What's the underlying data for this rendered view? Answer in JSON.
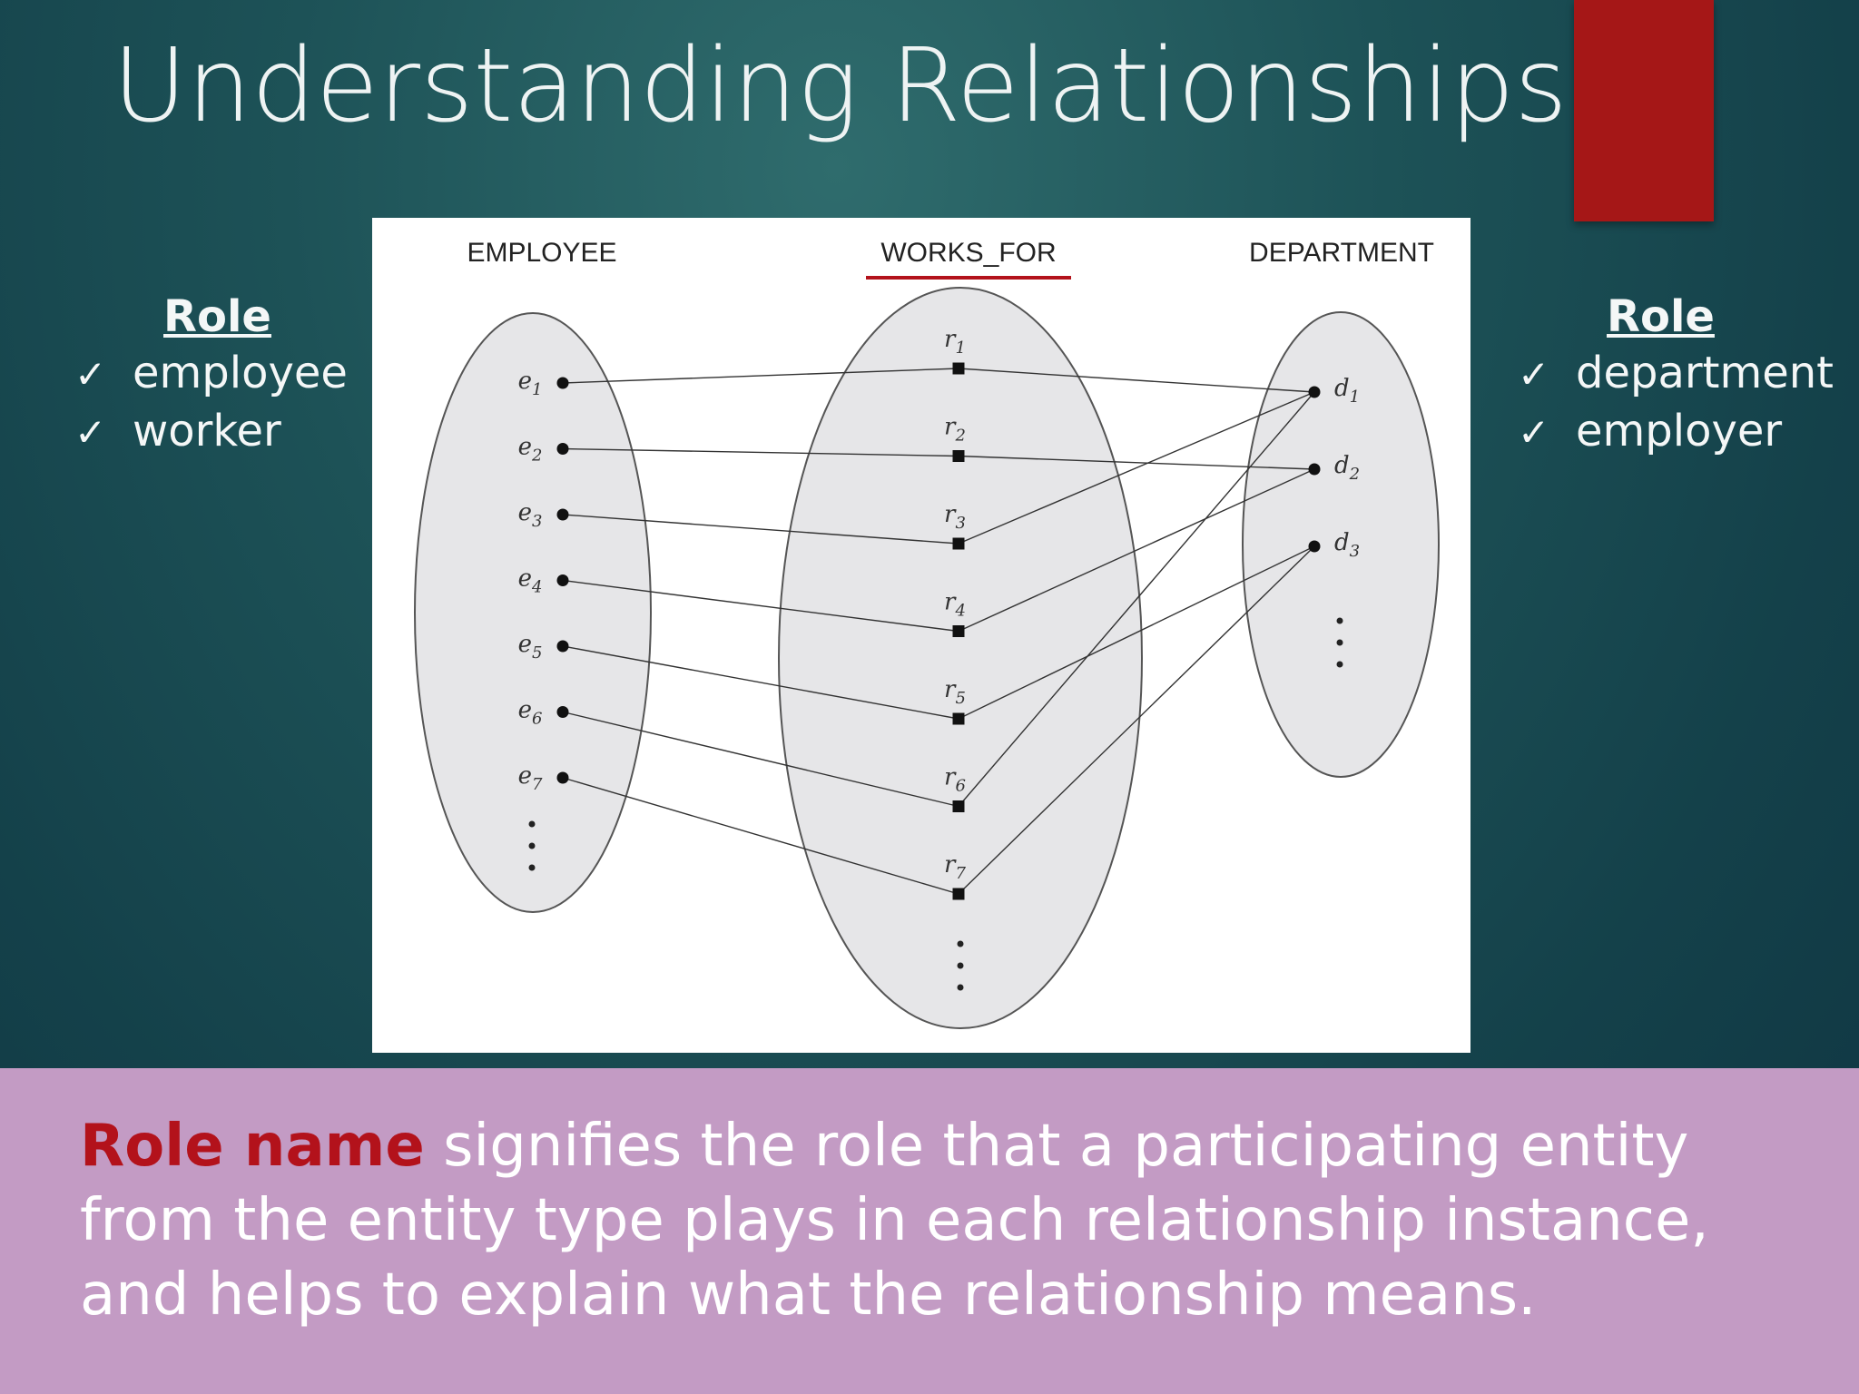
{
  "slide": {
    "title": "Understanding Relationships",
    "accent_color": "#a51717",
    "band_color": "#c39bc4"
  },
  "left_roles": {
    "heading": "Role",
    "items": [
      "employee",
      "worker"
    ],
    "check_glyph": "✓"
  },
  "right_roles": {
    "heading": "Role",
    "items": [
      "department",
      "employer"
    ],
    "check_glyph": "✓"
  },
  "diagram": {
    "entity_left": "EMPLOYEE",
    "relationship": "WORKS_FOR",
    "entity_right": "DEPARTMENT",
    "employees": [
      {
        "base": "e",
        "sub": "1"
      },
      {
        "base": "e",
        "sub": "2"
      },
      {
        "base": "e",
        "sub": "3"
      },
      {
        "base": "e",
        "sub": "4"
      },
      {
        "base": "e",
        "sub": "5"
      },
      {
        "base": "e",
        "sub": "6"
      },
      {
        "base": "e",
        "sub": "7"
      }
    ],
    "relationships": [
      {
        "base": "r",
        "sub": "1"
      },
      {
        "base": "r",
        "sub": "2"
      },
      {
        "base": "r",
        "sub": "3"
      },
      {
        "base": "r",
        "sub": "4"
      },
      {
        "base": "r",
        "sub": "5"
      },
      {
        "base": "r",
        "sub": "6"
      },
      {
        "base": "r",
        "sub": "7"
      }
    ],
    "departments": [
      {
        "base": "d",
        "sub": "1"
      },
      {
        "base": "d",
        "sub": "2"
      },
      {
        "base": "d",
        "sub": "3"
      }
    ],
    "links": [
      {
        "employee": 0,
        "relationship": 0,
        "department": 0
      },
      {
        "employee": 1,
        "relationship": 1,
        "department": 1
      },
      {
        "employee": 2,
        "relationship": 2,
        "department": 0
      },
      {
        "employee": 3,
        "relationship": 3,
        "department": 1
      },
      {
        "employee": 4,
        "relationship": 4,
        "department": 2
      },
      {
        "employee": 5,
        "relationship": 5,
        "department": 0
      },
      {
        "employee": 6,
        "relationship": 6,
        "department": 2
      }
    ]
  },
  "definition": {
    "term": "Role name",
    "text": " signifies the role that a participating entity from the entity type plays in each relationship instance, and helps to explain what the relationship means."
  }
}
